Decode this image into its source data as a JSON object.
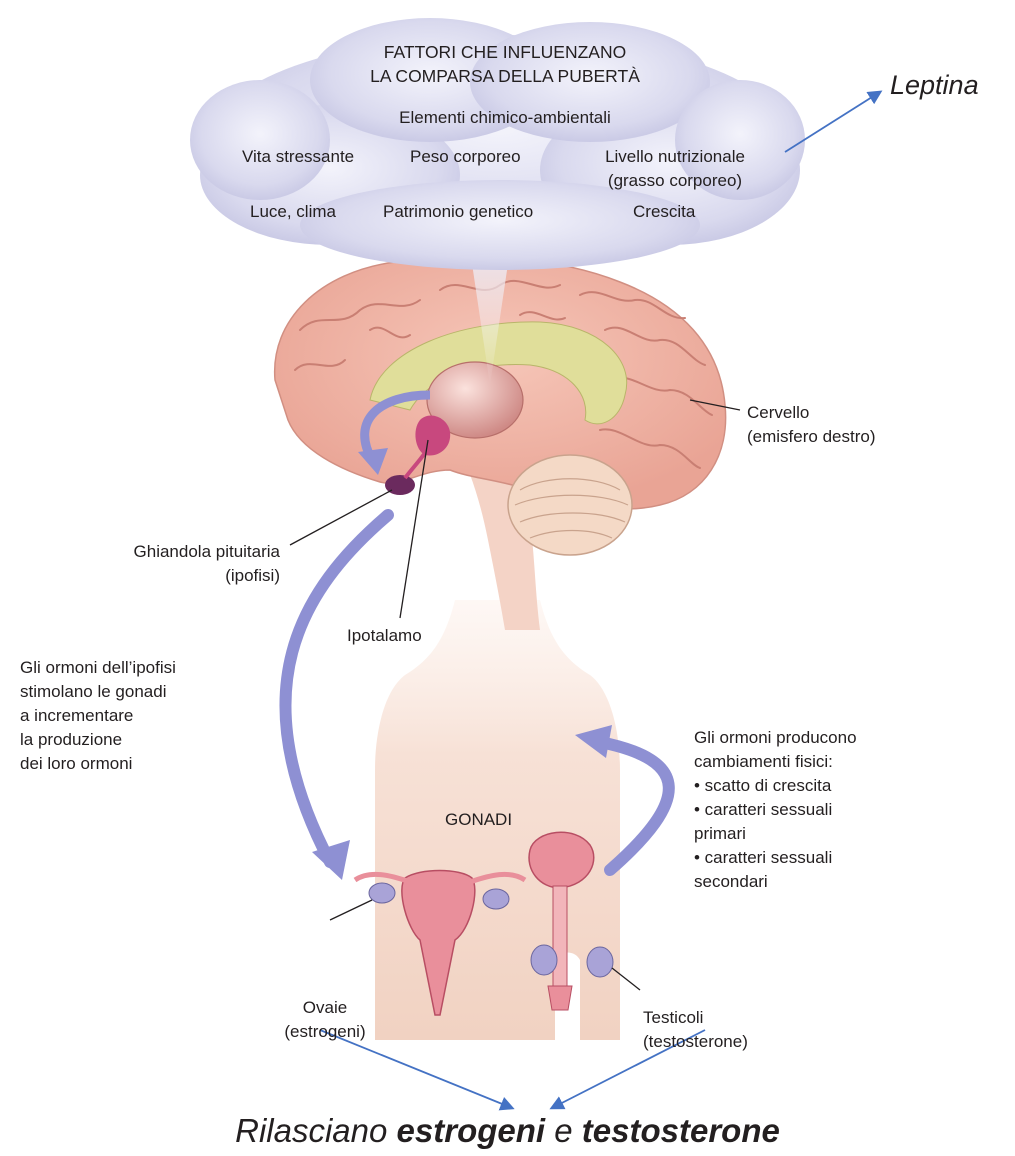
{
  "cloud": {
    "title_line1": "FATTORI CHE INFLUENZANO",
    "title_line2": "LA COMPARSA DELLA PUBERTÀ",
    "factors": [
      "Elementi chimico-ambientali",
      "Vita stressante",
      "Peso corporeo",
      "Livello nutrizionale",
      "(grasso corporeo)",
      "Luce, clima",
      "Patrimonio genetico",
      "Crescita"
    ]
  },
  "labels": {
    "cervello_line1": "Cervello",
    "cervello_line2": "(emisfero destro)",
    "pituitaria_line1": "Ghiandola pituitaria",
    "pituitaria_line2": "(ipofisi)",
    "ipotalamo": "Ipotalamo",
    "left_text": [
      "Gli ormoni dell’ipofisi",
      "stimolano le gonadi",
      "a incrementare",
      "la produzione",
      "dei loro ormoni"
    ],
    "right_text": [
      "Gli ormoni producono",
      "cambiamenti fisici:",
      "• scatto di crescita",
      "• caratteri sessuali",
      "   primari",
      "• caratteri sessuali",
      "   secondari"
    ],
    "gonadi": "GONADI",
    "ovaie_line1": "Ovaie",
    "ovaie_line2": "(estrogeni)",
    "testicoli_line1": "Testicoli",
    "testicoli_line2": "(testosterone)"
  },
  "annotations": {
    "leptina": "Leptina",
    "bottom": {
      "part1": "Rilasciano ",
      "part2": "estrogeni",
      "part3": " e ",
      "part4": "testosterone"
    }
  },
  "colors": {
    "arrow_lavender": "#8e90d3",
    "annotation_blue": "#4472c4",
    "cloud": "#d9d9ee",
    "brain": "#e9a495"
  }
}
